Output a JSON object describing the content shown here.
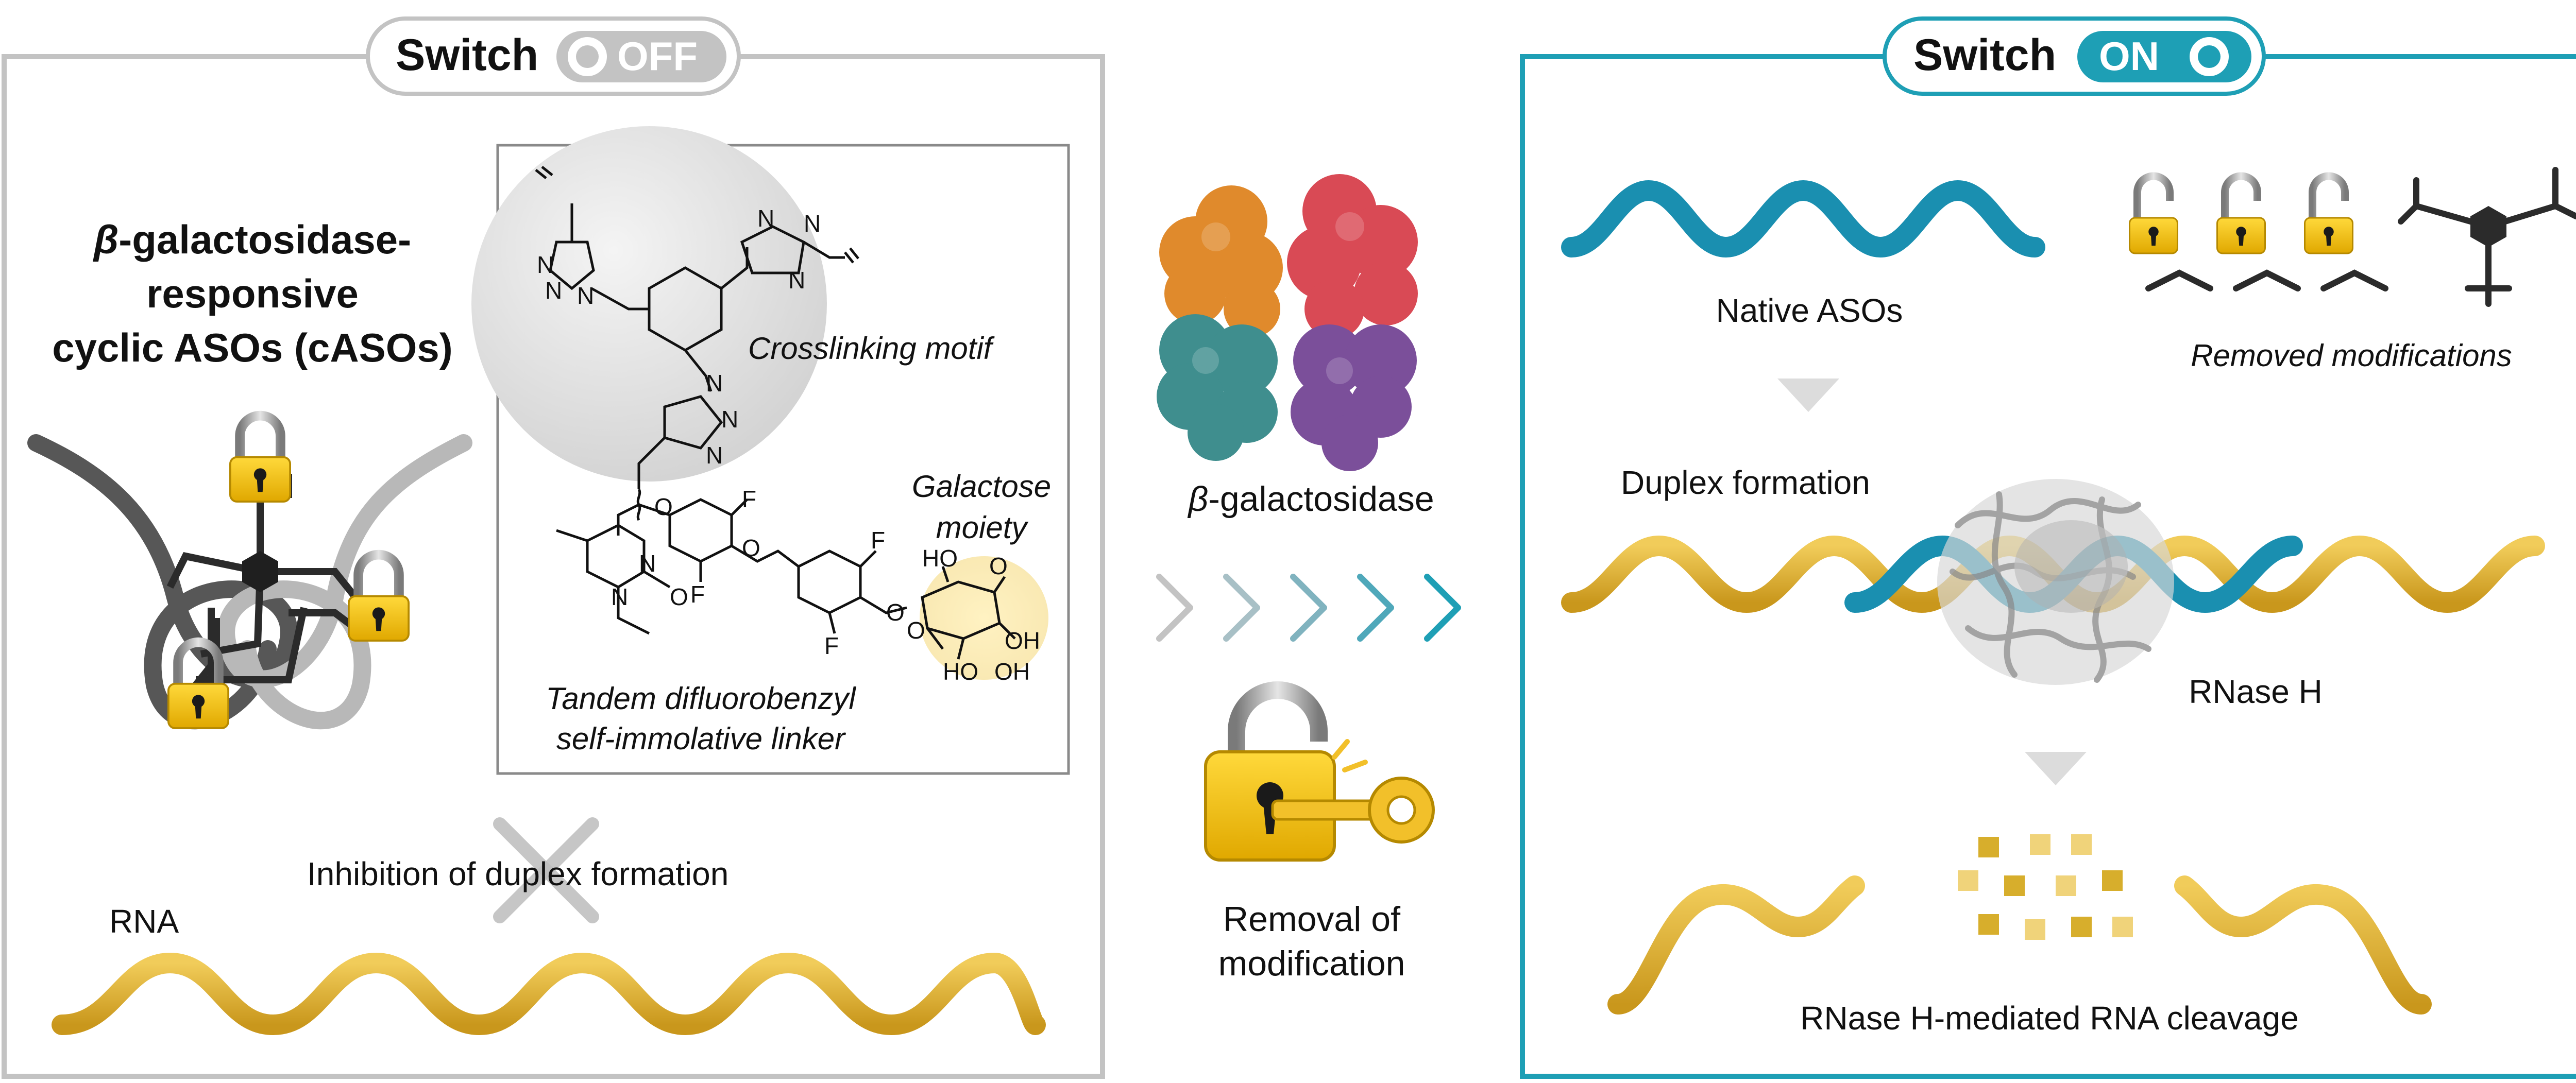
{
  "off_panel": {
    "switch_label": "Switch",
    "toggle_state": "OFF",
    "title_line1_greek": "β",
    "title_line1_rest": "-galactosidase-",
    "title_line2": "responsive",
    "title_line3": "cyclic ASOs (cASOs)",
    "crosslinking_label": "Crosslinking motif",
    "galactose_line1": "Galactose",
    "galactose_line2": "moiety",
    "linker_line1": "Tandem difluorobenzyl",
    "linker_line2": "self-immolative linker",
    "inhibition_label": "Inhibition of duplex formation",
    "rna_label": "RNA",
    "atoms": {
      "N": "N",
      "F": "F",
      "O": "O",
      "OH": "OH",
      "HO": "HO"
    }
  },
  "middle": {
    "enzyme_greek": "β",
    "enzyme_rest": "-galactosidase",
    "removal_line1": "Removal of",
    "removal_line2": "modification"
  },
  "on_panel": {
    "switch_label": "Switch",
    "toggle_state": "ON",
    "native_asos_label": "Native ASOs",
    "removed_mods_label": "Removed modifications",
    "duplex_label": "Duplex formation",
    "rnase_label": "RNase H",
    "cleavage_label": "RNase H-mediated RNA cleavage"
  },
  "colors": {
    "off_border": "#c3c3c3",
    "on_accent": "#1e9fb5",
    "rna_gold": "#e6b93a",
    "aso_blue": "#1a8fb0",
    "lock_yellow": "#f5c518",
    "enzyme_orange": "#e08a2c",
    "enzyme_red": "#d94a55",
    "enzyme_teal": "#3f8e8e",
    "enzyme_purple": "#7b4f9a"
  }
}
